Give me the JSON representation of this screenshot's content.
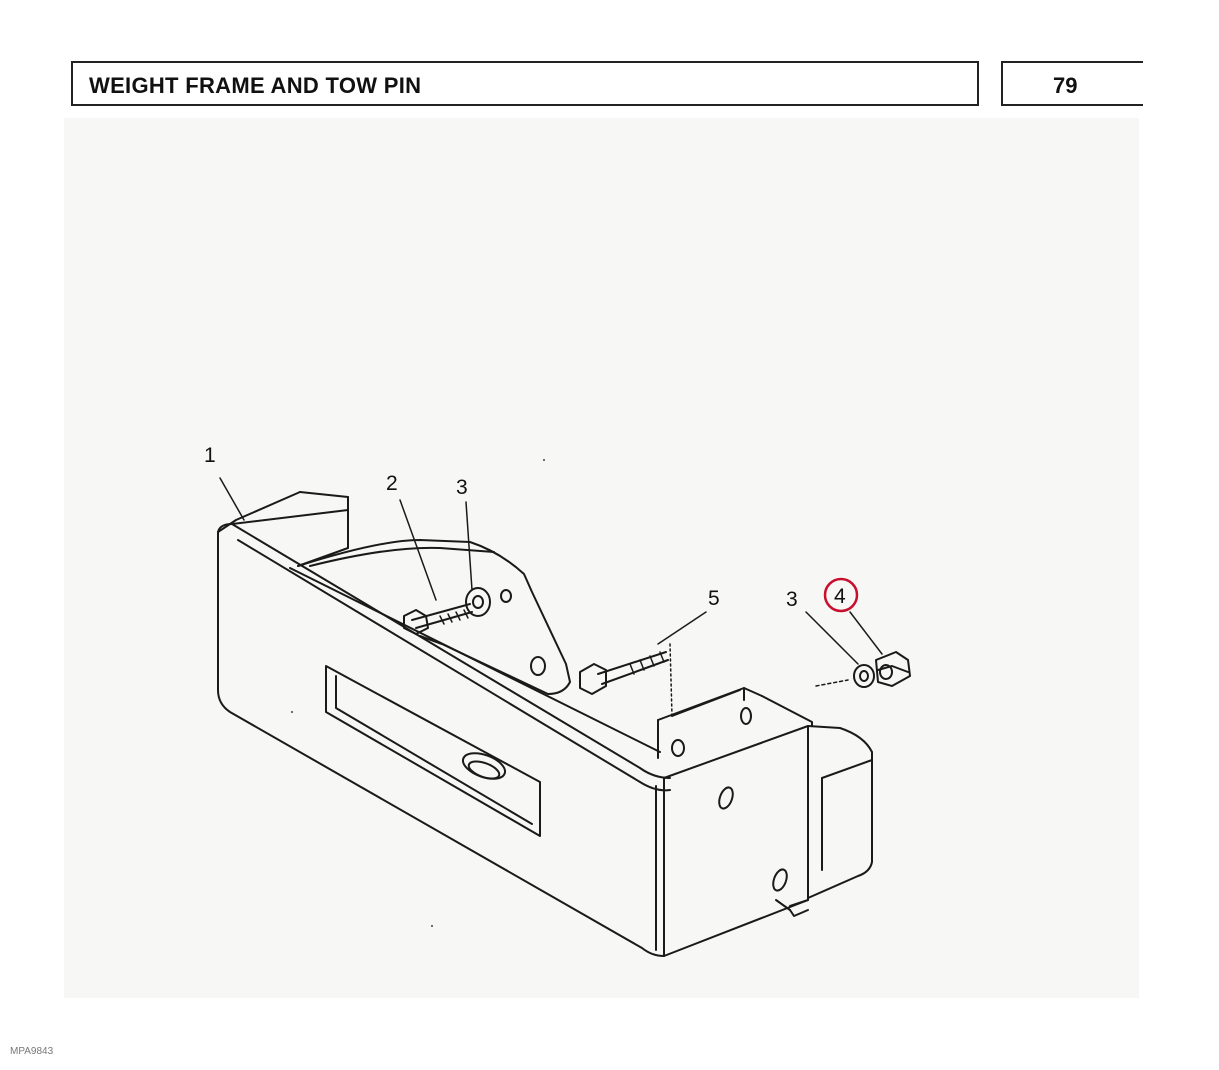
{
  "header": {
    "title": "WEIGHT FRAME AND TOW PIN",
    "page_number": "79"
  },
  "callouts": [
    {
      "label": "1"
    },
    {
      "label": "2"
    },
    {
      "label": "3"
    },
    {
      "label": "5"
    },
    {
      "label": "3"
    },
    {
      "label": "4",
      "highlighted": true
    }
  ],
  "highlight_color": "#c8102e",
  "footer": {
    "code": "MPA9843"
  }
}
